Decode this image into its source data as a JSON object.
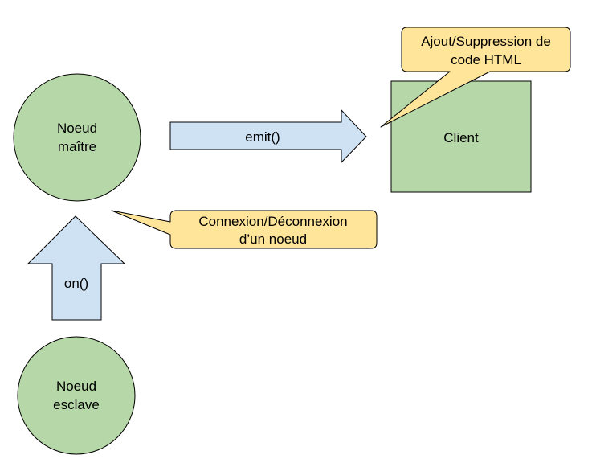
{
  "nodes": {
    "master": {
      "line1": "Noeud",
      "line2": "maître"
    },
    "slave": {
      "line1": "Noeud",
      "line2": "esclave"
    },
    "client": {
      "label": "Client"
    }
  },
  "arrows": {
    "emit": {
      "label": "emit()"
    },
    "on": {
      "label": "on()"
    }
  },
  "callouts": {
    "html": {
      "line1": "Ajout/Suppression de",
      "line2": "code HTML"
    },
    "connection": {
      "line1": "Connexion/Déconnexion",
      "line2": "d’un noeud"
    }
  },
  "colors": {
    "node_fill": "#b6d7a8",
    "arrow_fill": "#cfe2f3",
    "callout_fill": "#ffe599",
    "stroke": "#000000"
  }
}
